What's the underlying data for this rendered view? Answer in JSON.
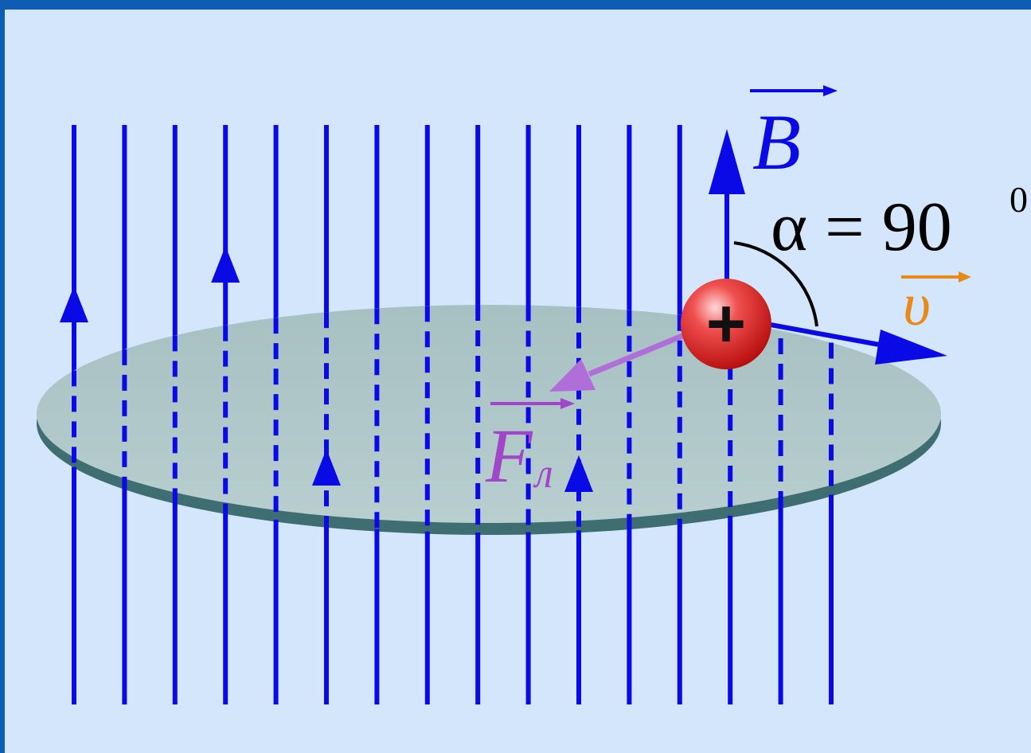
{
  "colors": {
    "slide_border": "#0e5cb4",
    "panel_background": "#d3e6fb",
    "field_lines": "#0a0ae6",
    "disk_top": "#a9c3c3",
    "disk_edge": "#3f6e72",
    "velocity_label": "#e88a16",
    "force_vector": "#b06fd8",
    "force_label": "#a046c8",
    "charge": "#e21e1e",
    "angle_label": "#000000"
  },
  "labels": {
    "magnetic_field": "B",
    "velocity": "υ",
    "lorentz_force": "F",
    "lorentz_force_subscript": "л",
    "angle": "α = 90",
    "angle_superscript": "0",
    "charge_sign": "+"
  },
  "figure": {
    "field_line_count": 16,
    "upward_arrow_lines": [
      0,
      3,
      5,
      10
    ],
    "angle_between_v_and_B_deg": 90
  }
}
